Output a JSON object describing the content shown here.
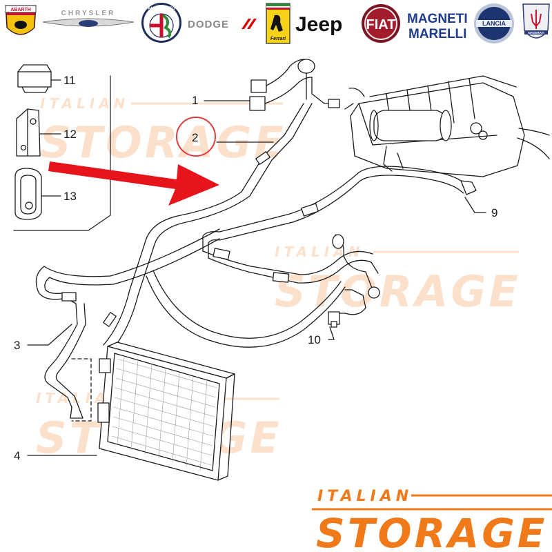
{
  "brands": [
    {
      "name": "abarth-logo",
      "text": "ABARTH"
    },
    {
      "name": "chrysler-logo",
      "text": "CHRYSLER"
    },
    {
      "name": "alfa-romeo-logo",
      "text": "ALFA ROMEO"
    },
    {
      "name": "dodge-logo",
      "text": "DODGE"
    },
    {
      "name": "ferrari-logo",
      "text": "Ferrari"
    },
    {
      "name": "jeep-logo",
      "text": "Jeep"
    },
    {
      "name": "fiat-logo",
      "text": "FIAT"
    },
    {
      "name": "magneti-marelli-logo",
      "text_line1": "MAGNETI",
      "text_line2": "MARELLI"
    },
    {
      "name": "lancia-logo",
      "text": "LANCIA"
    },
    {
      "name": "maserati-logo",
      "text": "MASERATI"
    }
  ],
  "callouts": {
    "c1": "1",
    "c2": "2",
    "c3": "3",
    "c4": "4",
    "c9": "9",
    "c10": "10",
    "c11": "11",
    "c12": "12",
    "c13": "13"
  },
  "watermark": {
    "line1": "ITALIAN",
    "line2": "STORAGE"
  },
  "footer_logo": {
    "line1": "ITALIAN",
    "line2": "STORAGE"
  },
  "colors": {
    "accent_orange": "#f07a1a",
    "arrow_red": "#e8141b",
    "highlight_circle": "#e03a3a",
    "line_art": "#1a1a1a"
  }
}
